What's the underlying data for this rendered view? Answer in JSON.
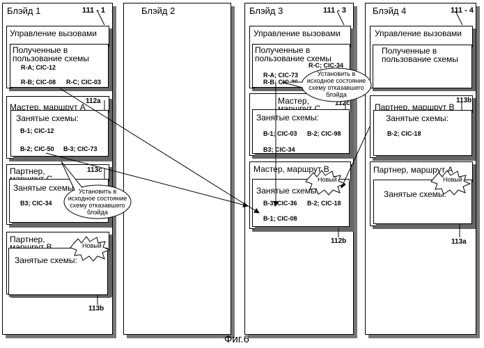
{
  "figure_caption": "Фиг.6",
  "blades": [
    {
      "title": "Блэйд 1",
      "ref": "111 - 1"
    },
    {
      "title": "Блэйд 2"
    },
    {
      "title": "Блэйд 3",
      "ref": "111 - 3"
    },
    {
      "title": "Блэйд 4",
      "ref": "111 - 4"
    }
  ],
  "labels": {
    "call_control": "Управление вызовами",
    "received_line1": "Полученные в",
    "received_line2": "пользование схемы",
    "busy_circuits": "Занятые схемы:",
    "new_badge": "Новый"
  },
  "b1": {
    "received": {
      "r_a": "R-A; CIC-12",
      "r_b": "R-B; CIC-08",
      "r_c": "R-C; CIC-03"
    },
    "master": {
      "title": "Мастер, маршрут А",
      "ref": "112a",
      "c1": "B-1; CIC-12",
      "c2": "B-2; CIC-50",
      "c3": "B-3; CIC-73"
    },
    "partnerC": {
      "title1": "Партнер,",
      "title2": "маршрут С",
      "ref": "113c",
      "c1": "B3; CIC-34"
    },
    "partnerB": {
      "title1": "Партнер,",
      "title2": "маршрут В",
      "ref": "113b"
    }
  },
  "b3": {
    "received": {
      "r_a": "R-A; CIC-73",
      "r_b": "R-B; CIC-36",
      "r_c": "R-C; CIC-34"
    },
    "masterC": {
      "title1": "Мастер,",
      "title2": "маршрут С",
      "ref": "112c",
      "c1": "B-1; CIC-03",
      "c2": "B-2; CIC-98",
      "c3": "B3; CIC-34"
    },
    "masterB": {
      "title": "Мастер, маршрут В",
      "ref": "112b",
      "c1": "B-3; CIC-36",
      "c2": "B-2; CIC-18",
      "c3": "B-1; CIC-08"
    }
  },
  "b4": {
    "partnerB": {
      "title": "Партнер, маршрут В",
      "ref": "113b",
      "c1": "B-2; CIC-18"
    },
    "partnerA": {
      "title": "Партнер, маршрут А",
      "ref": "113a"
    }
  },
  "callouts": {
    "line1": "Установить в",
    "line2": "исходное состояние",
    "line3": "схему отказавшего",
    "line4": "блэйда"
  }
}
